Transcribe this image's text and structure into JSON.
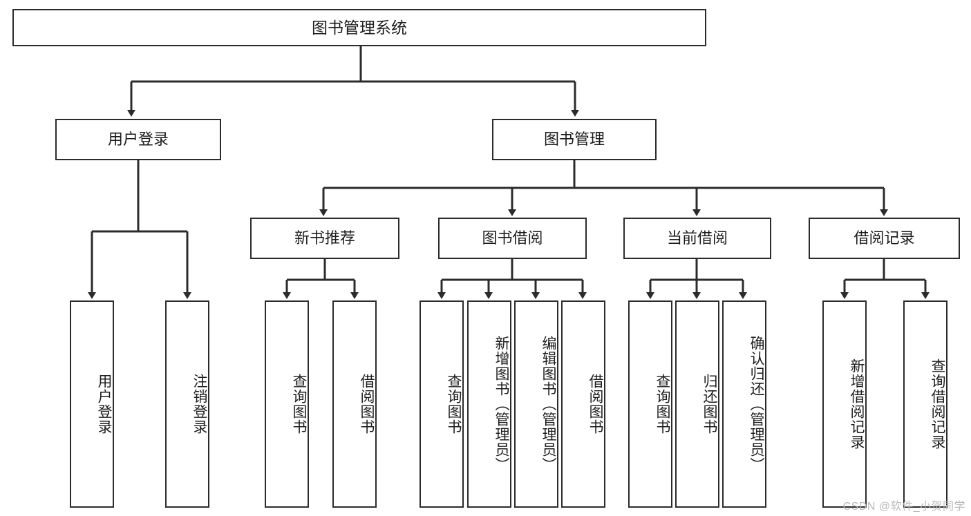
{
  "diagram": {
    "title": "图书管理系统",
    "watermark": "CSDN @软件_小贺同学",
    "colors": {
      "stroke": "#2b2b2b",
      "background": "#ffffff",
      "text": "#1c1c1c",
      "watermark": "#b9b9b9"
    },
    "root": {
      "label": "图书管理系统"
    },
    "level2": [
      {
        "label": "用户登录"
      },
      {
        "label": "图书管理"
      }
    ],
    "level3": [
      {
        "label": "新书推荐"
      },
      {
        "label": "图书借阅"
      },
      {
        "label": "当前借阅"
      },
      {
        "label": "借阅记录"
      }
    ],
    "leaves": {
      "user_login": [
        {
          "label": "用户登录"
        },
        {
          "label": "注销登录"
        }
      ],
      "new_book": [
        {
          "label": "查询图书"
        },
        {
          "label": "借阅图书"
        }
      ],
      "borrow": [
        {
          "label": "查询图书"
        },
        {
          "label": "新增图书（管理员）"
        },
        {
          "label": "编辑图书（管理员）"
        },
        {
          "label": "借阅图书"
        }
      ],
      "current": [
        {
          "label": "查询图书"
        },
        {
          "label": "归还图书"
        },
        {
          "label": "确认归还（管理员）"
        }
      ],
      "records": [
        {
          "label": "新增借阅记录"
        },
        {
          "label": "查询借阅记录"
        }
      ]
    }
  }
}
